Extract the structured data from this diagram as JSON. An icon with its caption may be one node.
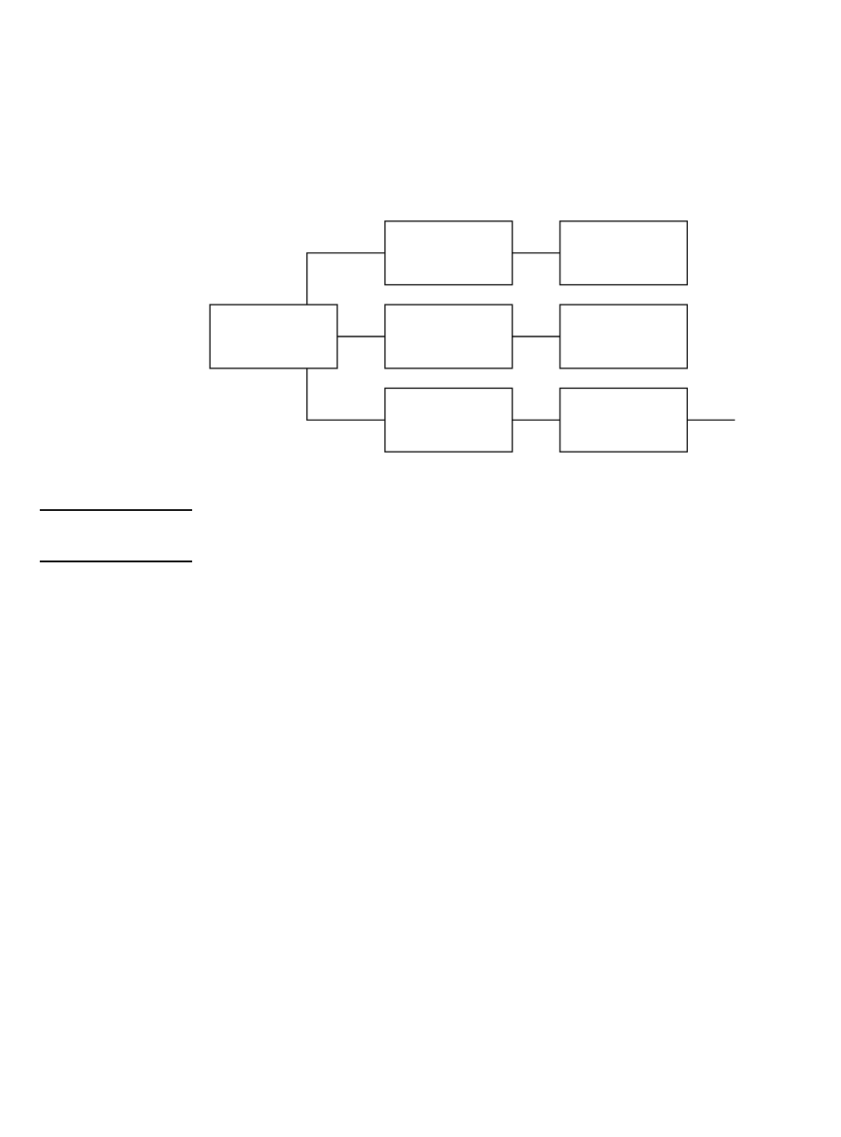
{
  "diagram": {
    "nodes": [
      {
        "text": [],
        "shape": "box"
      },
      {
        "text": [],
        "shape": "box"
      },
      {
        "text": [],
        "shape": "box"
      },
      {
        "text": [],
        "shape": "box"
      },
      {
        "text": [],
        "shape": "box"
      },
      {
        "text": [],
        "shape": "box"
      },
      {
        "text": [],
        "shape": "box"
      }
    ],
    "edges": [
      {
        "from": 0,
        "to": 1,
        "arrow": "none"
      },
      {
        "from": 0,
        "to": 2,
        "arrow": "none"
      },
      {
        "from": 0,
        "to": 3,
        "arrow": "none"
      },
      {
        "from": 1,
        "to": 4,
        "arrow": "none"
      },
      {
        "from": 2,
        "to": 5,
        "arrow": "none"
      },
      {
        "from": 3,
        "to": 6,
        "arrow": "none"
      },
      {
        "from": 6,
        "to": null,
        "arrow": "none"
      }
    ]
  }
}
